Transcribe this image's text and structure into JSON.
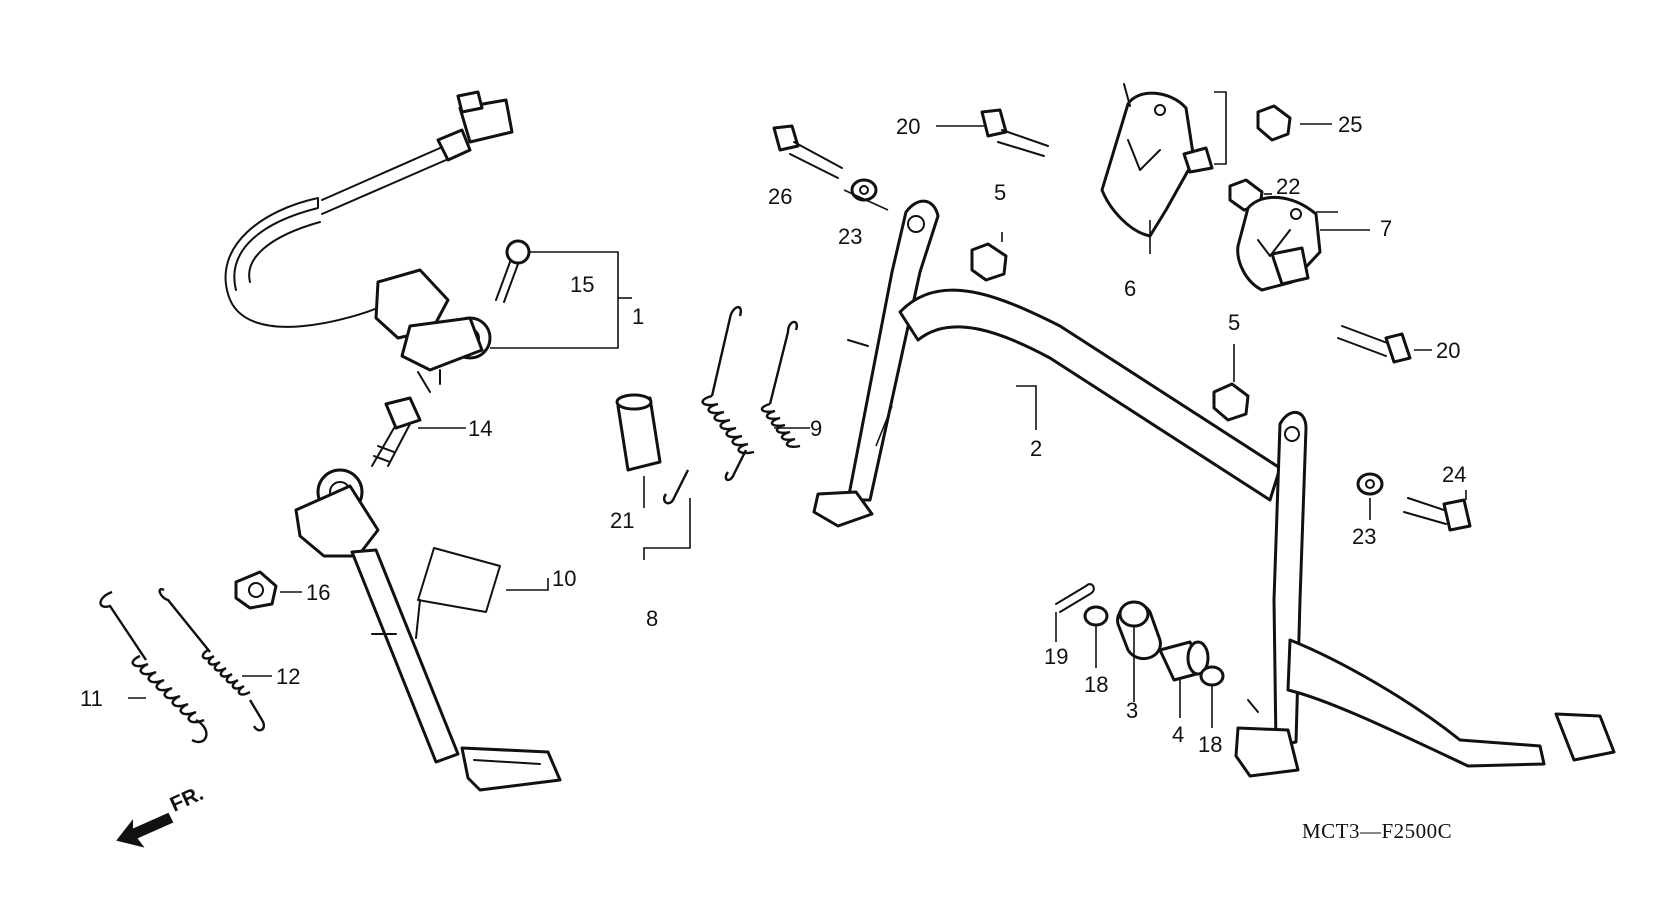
{
  "diagram_code": "MCT3—F2500C",
  "direction_label": "FR.",
  "callouts": {
    "c1": "1",
    "c2": "2",
    "c3": "3",
    "c4": "4",
    "c5a": "5",
    "c5b": "5",
    "c6": "6",
    "c7": "7",
    "c8": "8",
    "c9": "9",
    "c10": "10",
    "c11": "11",
    "c12": "12",
    "c14": "14",
    "c15": "15",
    "c16": "16",
    "c18a": "18",
    "c18b": "18",
    "c19": "19",
    "c20a": "20",
    "c20b": "20",
    "c21": "21",
    "c22": "22",
    "c23a": "23",
    "c23b": "23",
    "c24": "24",
    "c25": "25",
    "c26": "26"
  }
}
